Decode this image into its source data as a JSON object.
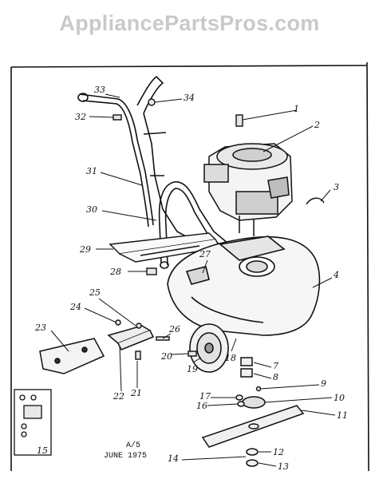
{
  "watermark": "AppliancePartsPros.com",
  "footer": {
    "line1": "A/5",
    "line2": "JUNE 1975"
  },
  "callouts": [
    "1",
    "2",
    "3",
    "4",
    "7",
    "8",
    "9",
    "10",
    "11",
    "12",
    "13",
    "14",
    "15",
    "16",
    "17",
    "18",
    "19",
    "20",
    "21",
    "22",
    "23",
    "24",
    "25",
    "26",
    "27",
    "28",
    "29",
    "30",
    "31",
    "32",
    "33",
    "34"
  ]
}
